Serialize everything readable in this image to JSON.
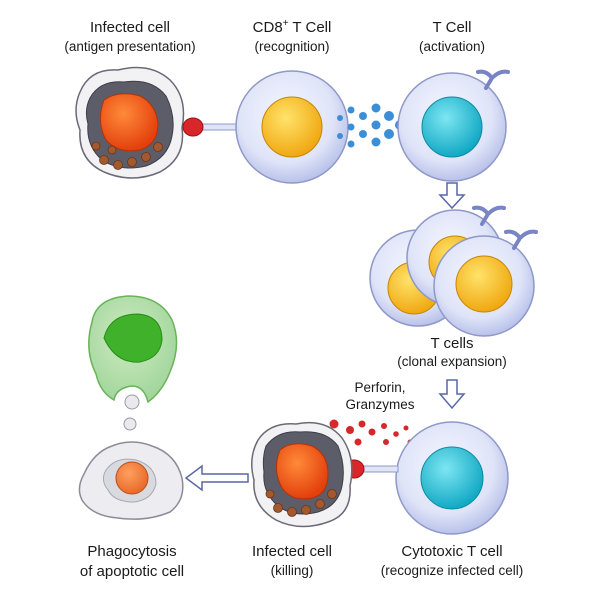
{
  "labels": {
    "infected_presentation": {
      "title": "Infected cell",
      "subtitle": "(antigen presentation)"
    },
    "cd8_recognition": {
      "title_prefix": "CD8",
      "title_sup": "+",
      "title_suffix": " T Cell",
      "subtitle": "(recognition)"
    },
    "t_activation": {
      "title": "T Cell",
      "subtitle": "(activation)"
    },
    "clonal_expansion": {
      "title": "T cells",
      "subtitle": "(clonal expansion)"
    },
    "perforin": {
      "line1": "Perforin,",
      "line2": "Granzymes"
    },
    "phagocytosis": {
      "line1": "Phagocytosis",
      "line2": "of apoptotic cell"
    },
    "infected_killing": {
      "title": "Infected cell",
      "subtitle": "(killing)"
    },
    "cytotoxic": {
      "title": "Cytotoxic T cell",
      "subtitle": "(recognize infected cell)"
    }
  },
  "colors": {
    "cell_membrane": "#d6dcf5",
    "cell_outline": "#8f98c8",
    "nucleus_yellow": "#f5c21a",
    "nucleus_cyan": "#2cc3d8",
    "infected_body": "#5c5c68",
    "infected_nucleus": "#f05a14",
    "signal_blue": "#3c8fd6",
    "granzyme_red": "#d8262b",
    "macrophage_green": "#4cbf2e",
    "arrow_stroke": "#5a67a8"
  }
}
